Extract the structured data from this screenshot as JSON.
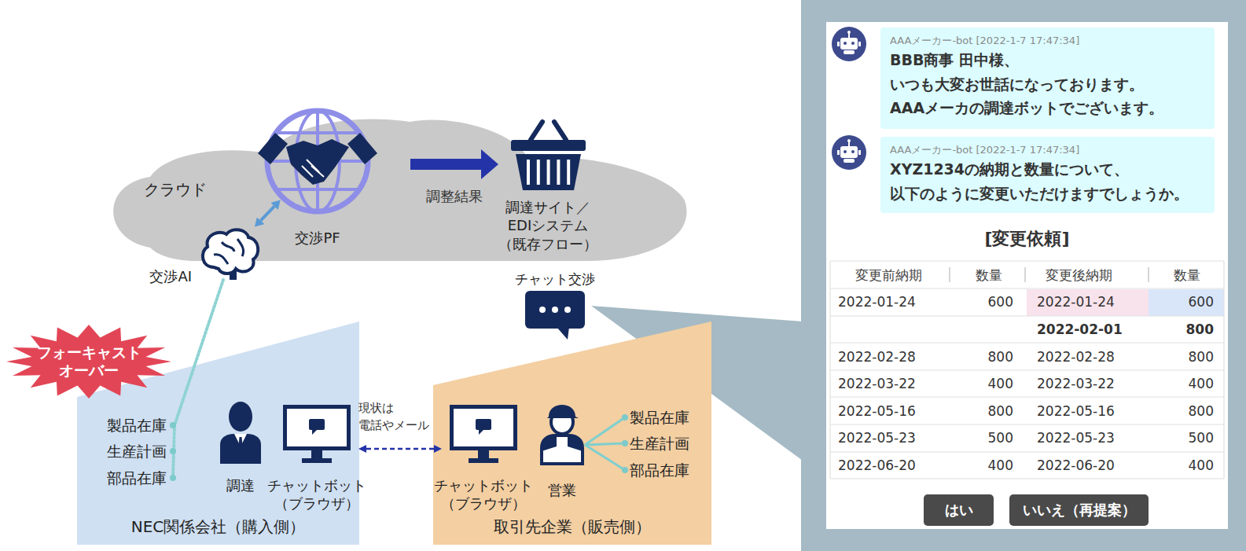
{
  "diagram": {
    "nodes": [
      {
        "text": [
          "クラウド"
        ]
      },
      {
        "text": [
          "交渉PF"
        ],
        "in": 0
      },
      {
        "text": [
          "調達サイト／ EDIシステム （既存フロー）"
        ],
        "in": 0
      },
      {
        "text": [
          "交渉AI"
        ]
      },
      {
        "text": [
          "NEC関係会社（購入側）"
        ]
      },
      {
        "text": [
          "調達"
        ],
        "in": 4
      },
      {
        "text": [
          "チャットボット （ブラウザ）"
        ],
        "in": 4
      },
      {
        "text": [
          "フォーキャスト オーバー"
        ]
      },
      {
        "text": [
          "取引先企業（販売側）"
        ]
      },
      {
        "text": [
          "チャットボット （ブラウザ）"
        ],
        "in": 8
      },
      {
        "text": [
          "営業"
        ],
        "in": 8
      },
      {
        "text": [
          "チャット交渉"
        ]
      },
      {
        "text": [
          "[変更依頼]"
        ]
      },
      {
        "text": [
          "AAAメーカー-bot [2022-1-7 17:47:34]",
          "BBB商事 田中様、いつも大変お世話になっております。AAAメーカの調達ボットでございます。"
        ],
        "in": 12
      },
      {
        "text": [
          "AAAメーカー-bot [2022-1-7 17:47:34]",
          "XYZ1234の納期と数量について、以下のように変更いただけますでしょうか。"
        ],
        "in": 12
      },
      {
        "text": [
          "はい"
        ],
        "in": 12
      },
      {
        "text": [
          "いいえ（再提案）"
        ],
        "in": 12
      }
    ],
    "edges": [
      {
        "from": 3,
        "to": 1,
        "arrow": "both"
      },
      {
        "from": 1,
        "to": 2,
        "arrow": "to",
        "label": "調整結果"
      },
      {
        "from": 6,
        "to": 9,
        "arrow": "both",
        "label": "現状は 電話やメール"
      }
    ],
    "labels": [
      "製品在庫",
      "生産計画",
      "部品在庫",
      "製品在庫",
      "生産計画",
      "部品在庫",
      "変更前納期",
      "数量",
      "変更後納期",
      "数量",
      "2022-01-24",
      "600",
      "2022-01-24",
      "600",
      "2022-02-01",
      "800",
      "2022-02-28",
      "800",
      "2022-02-28",
      "800",
      "2022-03-22",
      "400",
      "2022-03-22",
      "400",
      "2022-05-16",
      "800",
      "2022-05-16",
      "800",
      "2022-05-23",
      "500",
      "2022-05-23",
      "500",
      "2022-06-20",
      "400",
      "2022-06-20",
      "400"
    ]
  }
}
